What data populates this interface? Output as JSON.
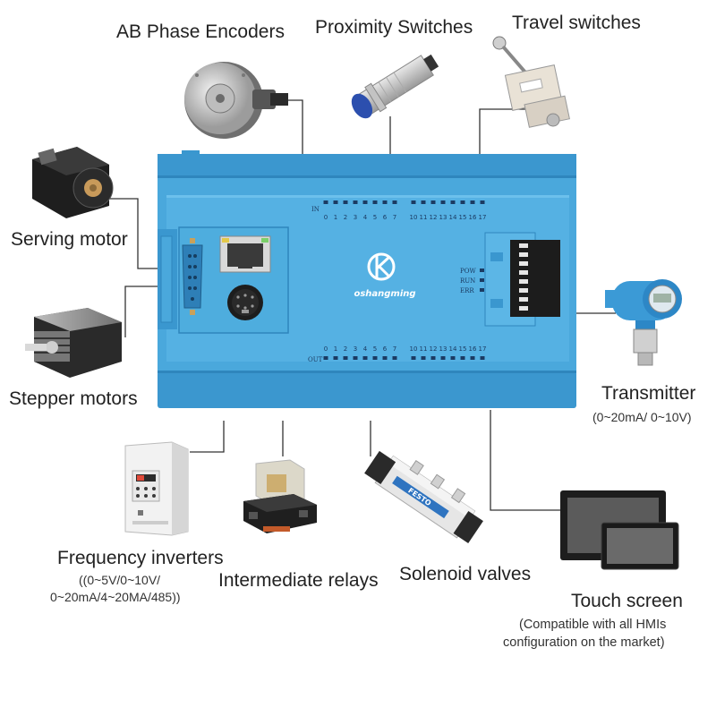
{
  "labels": {
    "encoders": "AB Phase Encoders",
    "proximity": "Proximity Switches",
    "travel": "Travel switches",
    "serving": "Serving motor",
    "stepper": "Stepper motors",
    "transmitter": "Transmitter",
    "transmitter_range": "(0~20mA/ 0~10V)",
    "inverters": "Frequency inverters",
    "inverters_sub1": "((0~5V/0~10V/",
    "inverters_sub2": "0~20mA/4~20MA/485))",
    "relays": "Intermediate relays",
    "valves": "Solenoid valves",
    "touch": "Touch screen",
    "touch_sub1": "(Compatible with all HMIs",
    "touch_sub2": "configuration on the market)"
  },
  "plc": {
    "brand": "oshangming",
    "in_label": "IN",
    "out_label": "OUT",
    "channels": [
      "0",
      "1",
      "2",
      "3",
      "4",
      "5",
      "6",
      "7",
      "10",
      "11",
      "12",
      "13",
      "14",
      "15",
      "16",
      "17"
    ],
    "status": [
      "POW",
      "RUN",
      "ERR"
    ]
  },
  "devices": {
    "valve_brand": "FESTO"
  },
  "colors": {
    "plc_body": "#4aa8dc",
    "plc_dark": "#2f86bd",
    "wire": "#333333"
  }
}
